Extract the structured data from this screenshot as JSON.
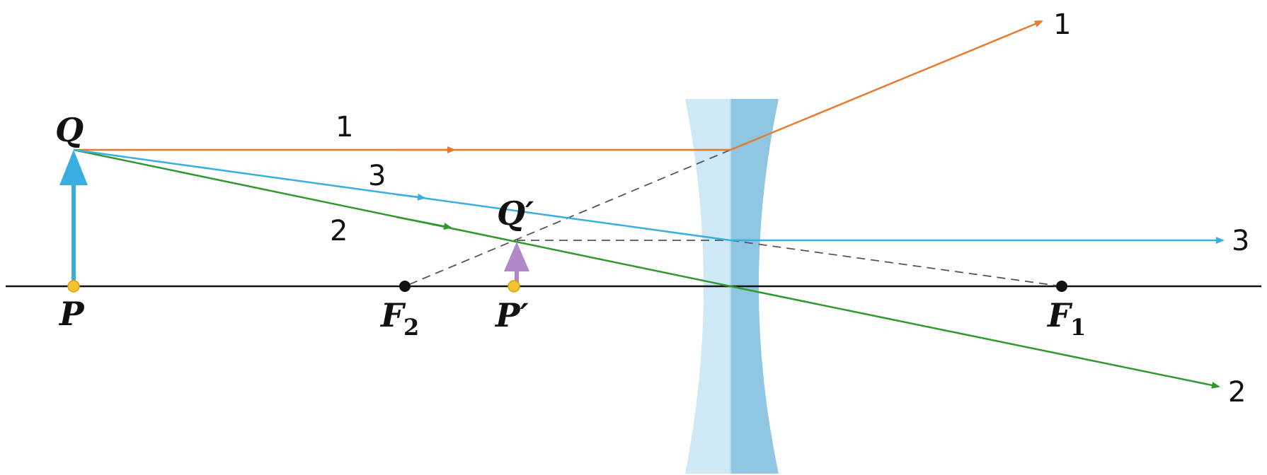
{
  "labels": {
    "object_top": "Q",
    "object_base": "P",
    "image_top": "Q′",
    "image_base": "P′",
    "focus_left_letter": "F",
    "focus_left_sub": "2",
    "focus_right_letter": "F",
    "focus_right_sub": "1"
  },
  "rays": [
    {
      "id": "1",
      "color": "#e67a2e",
      "label_in": "1",
      "label_out": "1"
    },
    {
      "id": "2",
      "color": "#2e9a2e",
      "label_in": "2",
      "label_out": "2"
    },
    {
      "id": "3",
      "color": "#3aaee0",
      "label_in": "3",
      "label_out": "3"
    }
  ],
  "colors": {
    "axis": "#111111",
    "object_arrow": "#3aaee0",
    "image_arrow": "#b08ac8",
    "lens_light": "#cfe8f5",
    "lens_dark": "#8fc6e2",
    "point_fill": "#f2c230",
    "dashed": "#555555"
  },
  "icons": {
    "lens": "concave-lens",
    "object": "up-arrow",
    "image": "up-arrow"
  }
}
